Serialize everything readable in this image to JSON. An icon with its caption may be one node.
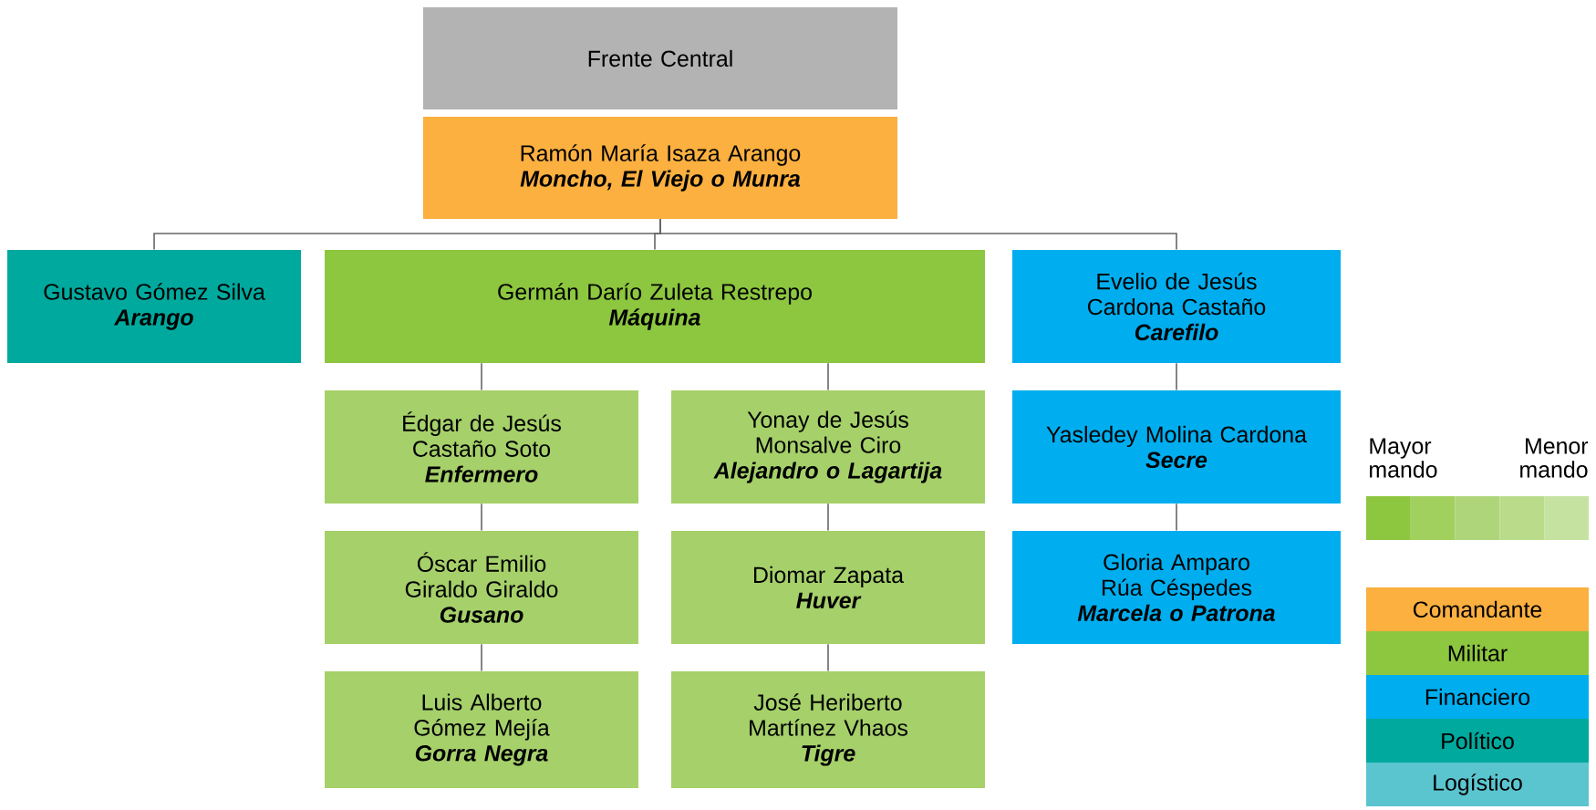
{
  "diagram": {
    "nodes": [
      {
        "text": [
          "Frente Central"
        ]
      },
      {
        "text": [
          "Ramón María Isaza Arango",
          "Moncho, El Viejo o Munra"
        ]
      },
      {
        "text": [
          "Gustavo Gómez Silva",
          "Arango"
        ]
      },
      {
        "text": [
          "Germán Darío Zuleta Restrepo",
          "Máquina"
        ]
      },
      {
        "text": [
          "Evelio de Jesús Cardona Castaño",
          "Carefilo"
        ]
      },
      {
        "text": [
          "Édgar de Jesús Castaño Soto",
          "Enfermero"
        ]
      },
      {
        "text": [
          "Yonay de Jesús Monsalve Ciro",
          "Alejandro o Lagartija"
        ]
      },
      {
        "text": [
          "Yasledey Molina Cardona",
          "Secre"
        ]
      },
      {
        "text": [
          "Óscar Emilio Giraldo Giraldo",
          "Gusano"
        ]
      },
      {
        "text": [
          "Diomar Zapata",
          "Huver"
        ]
      },
      {
        "text": [
          "Gloria Amparo Rúa Céspedes",
          "Marcela o Patrona"
        ]
      },
      {
        "text": [
          "Luis Alberto Gómez Mejía",
          "Gorra Negra"
        ]
      },
      {
        "text": [
          "José Heriberto Martínez Vhaos",
          "Tigre"
        ]
      }
    ],
    "edges": [
      {
        "from": 1,
        "to": 2,
        "arrow": "none"
      },
      {
        "from": 1,
        "to": 3,
        "arrow": "none"
      },
      {
        "from": 1,
        "to": 4,
        "arrow": "none"
      },
      {
        "from": 3,
        "to": 5,
        "arrow": "none"
      },
      {
        "from": 3,
        "to": 6,
        "arrow": "none"
      },
      {
        "from": 4,
        "to": 7,
        "arrow": "none"
      },
      {
        "from": 5,
        "to": 8,
        "arrow": "none"
      },
      {
        "from": 6,
        "to": 9,
        "arrow": "none"
      },
      {
        "from": 7,
        "to": 10,
        "arrow": "none"
      },
      {
        "from": 8,
        "to": 11,
        "arrow": "none"
      },
      {
        "from": 9,
        "to": 12,
        "arrow": "none"
      }
    ],
    "labels": [
      "Mayor mando",
      "Menor mando"
    ],
    "legend": [
      {
        "text": "Comandante",
        "color": "#fbb040"
      },
      {
        "text": "Militar",
        "color": "#8dc63f"
      },
      {
        "text": "Financiero",
        "color": "#00aeef"
      },
      {
        "text": "Político",
        "color": "#00a99d"
      },
      {
        "text": "Logístico",
        "color": "#5bc5cf"
      }
    ]
  }
}
